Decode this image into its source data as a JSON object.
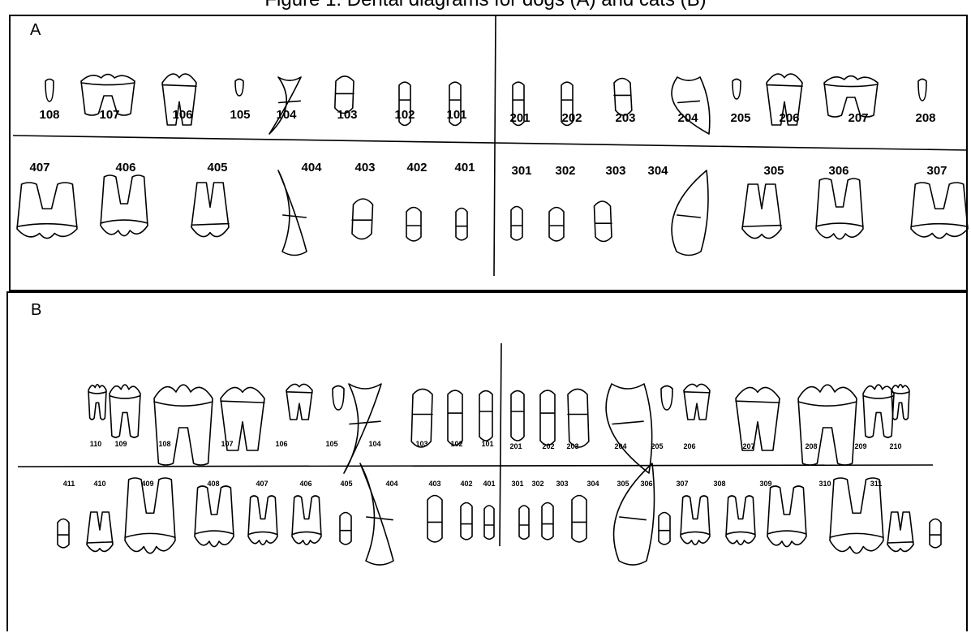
{
  "caption": "Figure 1. Dental diagrams for dogs (A) and cats (B)",
  "panel_a": {
    "label": "A",
    "upper_right": [
      "108",
      "107",
      "106",
      "105",
      "104",
      "103",
      "102",
      "101"
    ],
    "upper_left": [
      "201",
      "202",
      "203",
      "204",
      "205",
      "206",
      "207",
      "208"
    ],
    "lower_right": [
      "407",
      "406",
      "405",
      "404",
      "403",
      "402",
      "401"
    ],
    "lower_left": [
      "301",
      "302",
      "303",
      "304",
      "305",
      "306",
      "307"
    ]
  },
  "panel_b": {
    "label": "B",
    "upper_right": [
      "110",
      "109",
      "108",
      "107",
      "106",
      "105",
      "104",
      "103",
      "102",
      "101"
    ],
    "upper_left": [
      "201",
      "202",
      "203",
      "204",
      "205",
      "206",
      "207",
      "208",
      "209",
      "210"
    ],
    "lower_right": [
      "411",
      "410",
      "409",
      "408",
      "407",
      "406",
      "405",
      "404",
      "403",
      "402",
      "401"
    ],
    "lower_left": [
      "301",
      "302",
      "303",
      "304",
      "305",
      "306",
      "307",
      "308",
      "309",
      "310",
      "311"
    ]
  }
}
